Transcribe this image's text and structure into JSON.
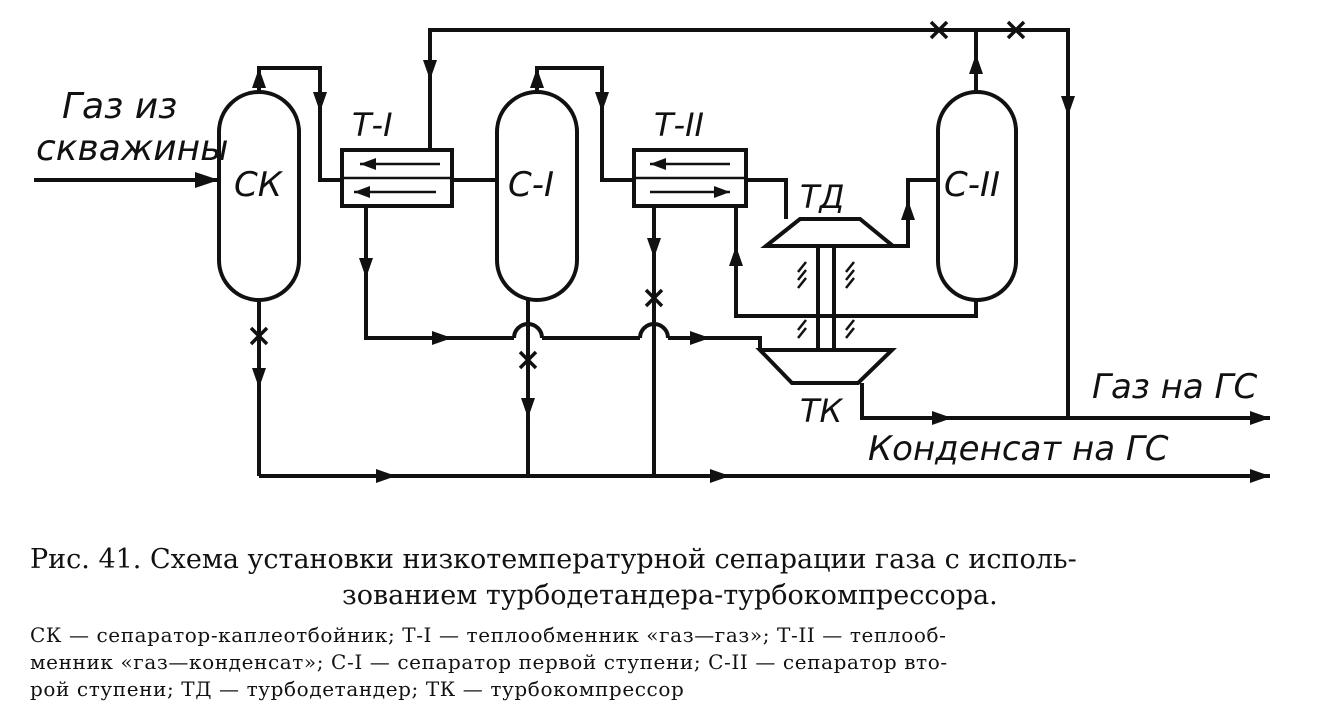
{
  "diagram": {
    "labels": {
      "gas_from_wells_line1": "Газ из",
      "gas_from_wells_line2": "скважины",
      "ck": "СК",
      "t1": "Т-I",
      "c1": "С-I",
      "t2": "Т-II",
      "td": "ТД",
      "c2": "С-II",
      "tk": "ТК",
      "gas_to_gs": "Газ на ГС",
      "condensate_to_gs": "Конденсат на ГС"
    }
  },
  "caption": {
    "title_line1": "Рис. 41. Схема установки низкотемпературной сепарации газа с исполь-",
    "title_line2": "зованием турбодетандера-турбокомпрессора.",
    "legend_line1": "СК — сепаратор-каплеотбойник; Т-I — теплообменник «газ—газ»; Т-II — теплооб-",
    "legend_line2": "менник «газ—конденсат»; С-I — сепаратор первой ступени; С-II — сепаратор вто-",
    "legend_line3": "рой ступени; ТД — турбодетандер; ТК — турбокомпрессор"
  }
}
